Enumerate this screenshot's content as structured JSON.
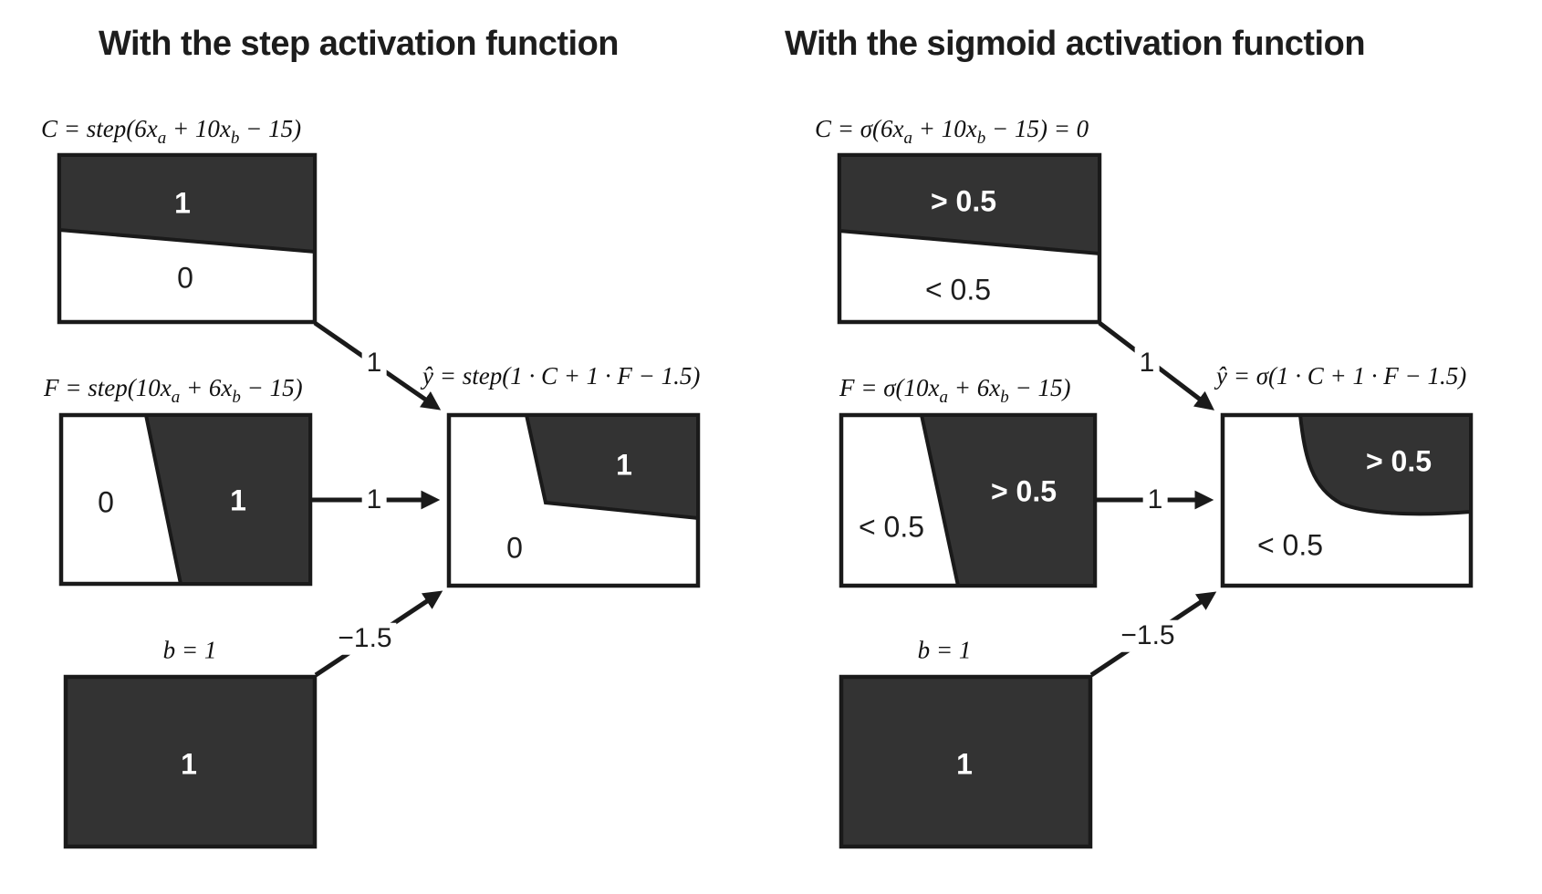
{
  "colors": {
    "dark_fill": "#333333",
    "line": "#1a1a1a",
    "text": "#1d1d1d"
  },
  "left": {
    "title": "With the step activation function",
    "c_node": {
      "formula": {
        "pre": "C = step(6x",
        "sub_a": "a",
        "mid": " + 10x",
        "sub_b": "b",
        "post": " − 15)"
      },
      "top_region": "1",
      "bottom_region": "0"
    },
    "f_node": {
      "formula": {
        "pre": "F = step(10x",
        "sub_a": "a",
        "mid": " + 6x",
        "sub_b": "b",
        "post": " − 15)"
      },
      "left_region": "0",
      "right_region": "1"
    },
    "bias_node": {
      "label": "b = 1",
      "region": "1"
    },
    "output_node": {
      "formula": "ŷ = step(1 · C + 1 · F − 1.5)",
      "dark_region": "1",
      "light_region": "0"
    },
    "weights": {
      "c_to_out": "1",
      "f_to_out": "1",
      "bias_to_out": "−1.5"
    }
  },
  "right": {
    "title": "With the sigmoid activation function",
    "c_node": {
      "formula": {
        "pre": "C = σ(6x",
        "sub_a": "a",
        "mid": " + 10x",
        "sub_b": "b",
        "post": " − 15) = 0"
      },
      "top_region": "> 0.5",
      "bottom_region": "< 0.5"
    },
    "f_node": {
      "formula": {
        "pre": "F = σ(10x",
        "sub_a": "a",
        "mid": " + 6x",
        "sub_b": "b",
        "post": " − 15)"
      },
      "left_region": "< 0.5",
      "right_region": "> 0.5"
    },
    "bias_node": {
      "label": "b = 1",
      "region": "1"
    },
    "output_node": {
      "formula": "ŷ = σ(1 · C + 1 · F − 1.5)",
      "dark_region": "> 0.5",
      "light_region": "< 0.5"
    },
    "weights": {
      "c_to_out": "1",
      "f_to_out": "1",
      "bias_to_out": "−1.5"
    }
  }
}
